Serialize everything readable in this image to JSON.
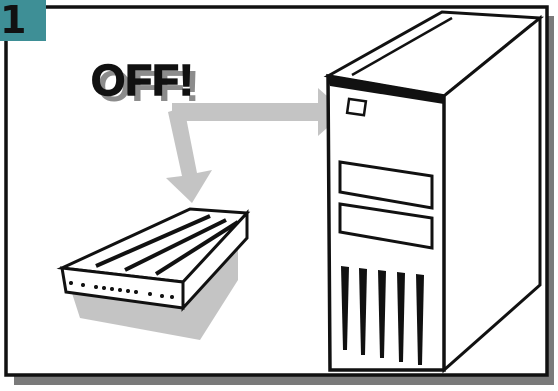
{
  "step": {
    "number": "1",
    "badge_color": "#3e8f96"
  },
  "callout": {
    "text": "OFF!",
    "text_color": "#111111",
    "shadow_color": "#8c8c8c"
  },
  "scene": {
    "devices": [
      "modem-device",
      "computer-tower"
    ],
    "arrow_color": "#bdbdbd",
    "frame_color": "#111111",
    "shadow_color": "#7a7a7a"
  }
}
